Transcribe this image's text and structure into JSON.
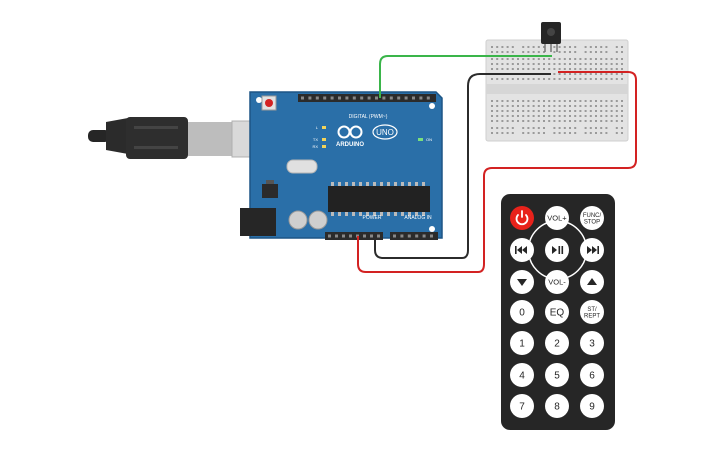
{
  "colors": {
    "background": "#ffffff",
    "board": "#2a6fa8",
    "board_edge": "#1d5585",
    "header": "#2b2b2b",
    "chip": "#222222",
    "wire_signal": "#3ab54a",
    "wire_ground": "#2b2b2b",
    "wire_power": "#d32222",
    "breadboard": "#e3e3e3",
    "remote_body": "#262626",
    "remote_button": "#ffffff",
    "power_button": "#e8221b",
    "usb_plug": "#cfcfcf"
  },
  "arduino": {
    "brand": "ARDUINO",
    "model": "UNO",
    "digital_label": "DIGITAL (PWM~)",
    "power_label": "POWER",
    "analog_label": "ANALOG IN",
    "on_label": "ON",
    "l_label": "L",
    "tx_label": "TX",
    "rx_label": "RX"
  },
  "remote": {
    "buttons": [
      {
        "id": "power",
        "label": "",
        "icon": "power-icon"
      },
      {
        "id": "vol-up",
        "label": "VOL+",
        "icon": ""
      },
      {
        "id": "func-stop",
        "label": "FUNC/\nSTOP",
        "icon": ""
      },
      {
        "id": "prev",
        "label": "",
        "icon": "rewind-icon"
      },
      {
        "id": "play-pause",
        "label": "",
        "icon": "play-pause-icon"
      },
      {
        "id": "next",
        "label": "",
        "icon": "fast-forward-icon"
      },
      {
        "id": "down",
        "label": "",
        "icon": "triangle-down-icon"
      },
      {
        "id": "vol-down",
        "label": "VOL-",
        "icon": ""
      },
      {
        "id": "up",
        "label": "",
        "icon": "triangle-up-icon"
      },
      {
        "id": "0",
        "label": "0",
        "icon": ""
      },
      {
        "id": "eq",
        "label": "EQ",
        "icon": ""
      },
      {
        "id": "st-rept",
        "label": "ST/\nREPT",
        "icon": ""
      },
      {
        "id": "1",
        "label": "1",
        "icon": ""
      },
      {
        "id": "2",
        "label": "2",
        "icon": ""
      },
      {
        "id": "3",
        "label": "3",
        "icon": ""
      },
      {
        "id": "4",
        "label": "4",
        "icon": ""
      },
      {
        "id": "5",
        "label": "5",
        "icon": ""
      },
      {
        "id": "6",
        "label": "6",
        "icon": ""
      },
      {
        "id": "7",
        "label": "7",
        "icon": ""
      },
      {
        "id": "8",
        "label": "8",
        "icon": ""
      },
      {
        "id": "9",
        "label": "9",
        "icon": ""
      }
    ]
  }
}
